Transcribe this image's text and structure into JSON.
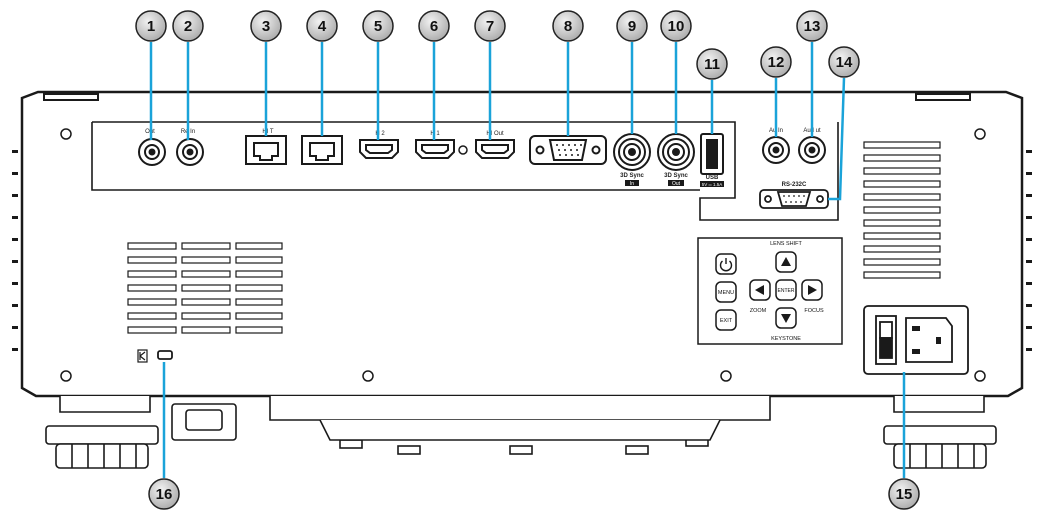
{
  "diagram": {
    "callouts": [
      "1",
      "2",
      "3",
      "4",
      "5",
      "6",
      "7",
      "8",
      "9",
      "10",
      "11",
      "12",
      "13",
      "14",
      "15",
      "16"
    ],
    "port_labels": {
      "p1": "Out",
      "p2": "Re        In",
      "p3": "HI        T",
      "p5": "H      2",
      "p6": "H    1",
      "p7": "HI   Out",
      "p9a": "3D Sync",
      "p9b": "In",
      "p10a": "3D Sync",
      "p10b": "Out",
      "p11a": "USB",
      "p11b": "5V ═ 1.5A",
      "p12": "Au     In",
      "p13": "Aud    ut",
      "p14": "RS-232C"
    },
    "keypad": {
      "lens_shift": "LENS SHIFT",
      "menu": "MENU",
      "enter": "ENTER",
      "exit": "EXIT",
      "zoom": "ZOOM",
      "focus": "FOCUS",
      "keystone": "KEYSTONE"
    },
    "colors": {
      "callout_line": "#1aa3d9",
      "outline": "#1a1a1a",
      "bubble_fill": "#cfcfcf"
    }
  }
}
